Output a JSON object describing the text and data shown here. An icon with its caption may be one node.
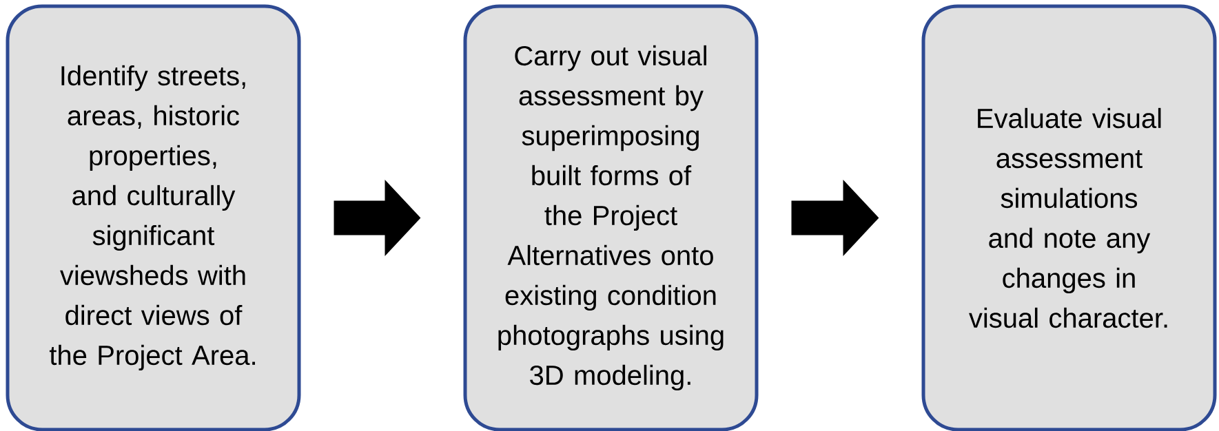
{
  "diagram": {
    "nodes": [
      {
        "text": [
          "Identify streets, areas, historic properties, and culturally significant viewsheds with direct views of the Project Area."
        ]
      },
      {
        "text": [
          "Carry out visual assessment by superimposing built forms of the Project Alternatives onto existing condition photographs using 3D modeling."
        ]
      },
      {
        "text": [
          "Evaluate visual assessment simulations and note any changes in visual character."
        ]
      }
    ],
    "edges": [
      {
        "from": 0,
        "to": 1,
        "arrow": "to"
      },
      {
        "from": 1,
        "to": 2,
        "arrow": "to"
      }
    ]
  }
}
